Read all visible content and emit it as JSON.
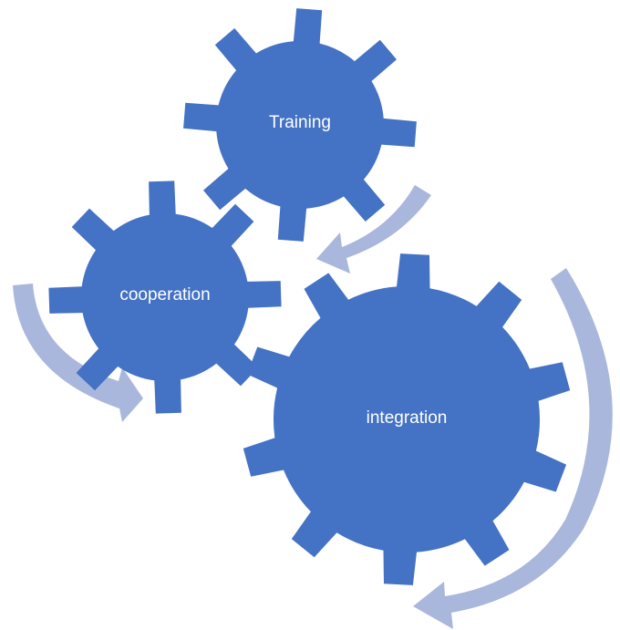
{
  "diagram": {
    "colors": {
      "gear_fill": "#4472C4",
      "arrow_fill": "#A9B7DC",
      "background": "#FFFFFF",
      "label_text": "#FFFFFF"
    },
    "gears": [
      {
        "id": "training",
        "label": "Training"
      },
      {
        "id": "cooperation",
        "label": "cooperation"
      },
      {
        "id": "integration",
        "label": "integration"
      }
    ],
    "arrows": [
      {
        "id": "training-arrow",
        "from": "Training",
        "to": "cooperation"
      },
      {
        "id": "cooperation-arrow",
        "from": "cooperation",
        "to": "integration"
      },
      {
        "id": "integration-arrow",
        "from": "integration",
        "to": "integration"
      }
    ]
  }
}
